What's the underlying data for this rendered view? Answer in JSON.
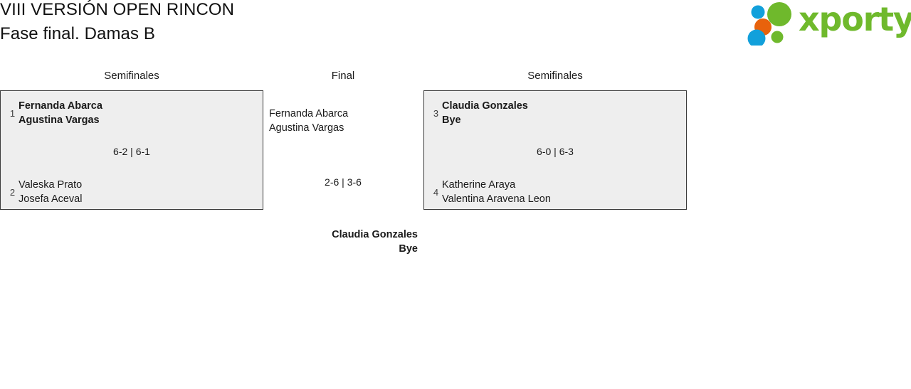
{
  "header": {
    "title_line1": "VIII VERSIÓN OPEN RINCON",
    "title_line2": "Fase final. Damas B",
    "logo_text": "xporty",
    "logo_colors": {
      "green": "#6fb92c",
      "blue": "#12a0db",
      "orange": "#e8620c"
    }
  },
  "bracket": {
    "rounds": [
      {
        "label": "Semifinales"
      },
      {
        "label": "Final"
      },
      {
        "label": "Semifinales"
      }
    ],
    "matches": {
      "semifinal_left": {
        "score": "6-2 | 6-1",
        "top": {
          "seed": "1",
          "player1": "Fernanda Abarca",
          "player2": "Agustina Vargas",
          "result": "winner"
        },
        "bottom": {
          "seed": "2",
          "player1": "Valeska Prato",
          "player2": "Josefa Aceval",
          "result": "loser"
        }
      },
      "semifinal_right": {
        "score": "6-0 | 6-3",
        "top": {
          "seed": "3",
          "player1": "Claudia Gonzales",
          "player2": "Bye",
          "result": "winner"
        },
        "bottom": {
          "seed": "4",
          "player1": "Katherine Araya",
          "player2": "Valentina Aravena Leon",
          "result": "loser"
        }
      },
      "final": {
        "score": "2-6 | 3-6",
        "top": {
          "player1": "Fernanda Abarca",
          "player2": "Agustina Vargas",
          "result": "loser"
        },
        "bottom": {
          "player1": "Claudia Gonzales",
          "player2": "Bye",
          "result": "winner"
        }
      }
    }
  }
}
